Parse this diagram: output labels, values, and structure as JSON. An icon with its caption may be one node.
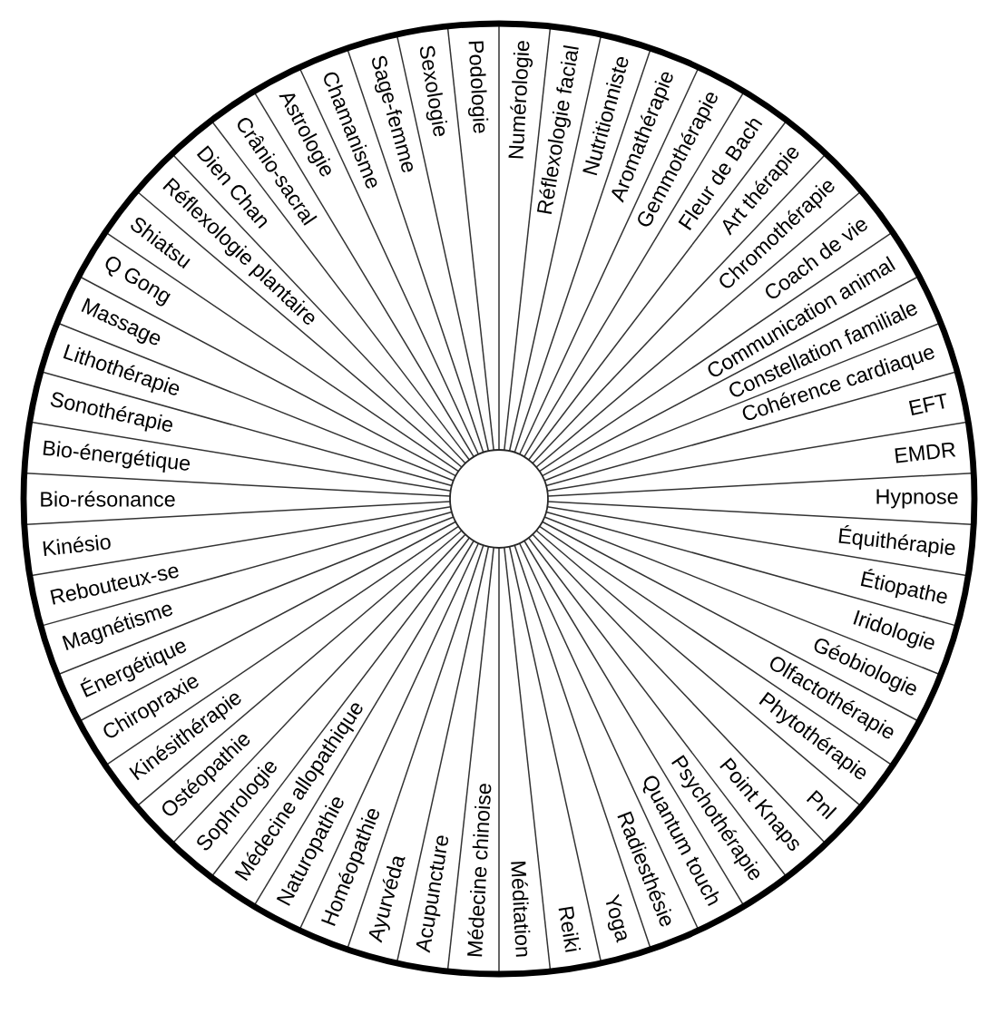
{
  "diagram": {
    "nodes": [
      {
        "text": [
          "Podologie"
        ]
      },
      {
        "text": [
          "Numérologie"
        ]
      },
      {
        "text": [
          "Réflexologie facial"
        ]
      },
      {
        "text": [
          "Nutritionniste"
        ]
      },
      {
        "text": [
          "Aromathérapie"
        ]
      },
      {
        "text": [
          "Gemmothérapie"
        ]
      },
      {
        "text": [
          "Fleur de Bach"
        ]
      },
      {
        "text": [
          "Art thérapie"
        ]
      },
      {
        "text": [
          "Chromothérapie"
        ]
      },
      {
        "text": [
          "Coach de vie"
        ]
      },
      {
        "text": [
          "Communication animal"
        ]
      },
      {
        "text": [
          "Constellation familiale"
        ]
      },
      {
        "text": [
          "Cohérence cardiaque"
        ]
      },
      {
        "text": [
          "EFT"
        ]
      },
      {
        "text": [
          "EMDR"
        ]
      },
      {
        "text": [
          "Hypnose"
        ]
      },
      {
        "text": [
          "Équithérapie"
        ]
      },
      {
        "text": [
          "Étiopathe"
        ]
      },
      {
        "text": [
          "Iridologie"
        ]
      },
      {
        "text": [
          "Géobiologie"
        ]
      },
      {
        "text": [
          "Olfactothérapie"
        ]
      },
      {
        "text": [
          "Phytothérapie"
        ]
      },
      {
        "text": [
          "Pnl"
        ]
      },
      {
        "text": [
          "Point Knaps"
        ]
      },
      {
        "text": [
          "Psychothérapie"
        ]
      },
      {
        "text": [
          "Quantum touch"
        ]
      },
      {
        "text": [
          "Radiesthésie"
        ]
      },
      {
        "text": [
          "Yoga"
        ]
      },
      {
        "text": [
          "Reiki"
        ]
      },
      {
        "text": [
          "Méditation"
        ]
      },
      {
        "text": [
          "Médecine chinoise"
        ]
      },
      {
        "text": [
          "Acupuncture"
        ]
      },
      {
        "text": [
          "Ayurvéda"
        ]
      },
      {
        "text": [
          "Homéopathie"
        ]
      },
      {
        "text": [
          "Naturopathie"
        ]
      },
      {
        "text": [
          "Médecine allopathique"
        ]
      },
      {
        "text": [
          "Sophrologie"
        ]
      },
      {
        "text": [
          "Ostéopathie"
        ]
      },
      {
        "text": [
          "Kinésithérapie"
        ]
      },
      {
        "text": [
          "Chiropraxie"
        ]
      },
      {
        "text": [
          "Énergétique"
        ]
      },
      {
        "text": [
          "Magnétisme"
        ]
      },
      {
        "text": [
          "Rebouteux-se"
        ]
      },
      {
        "text": [
          "Kinésio"
        ]
      },
      {
        "text": [
          "Bio-résonance"
        ]
      },
      {
        "text": [
          "Bio-énergétique"
        ]
      },
      {
        "text": [
          "Sonothérapie"
        ]
      },
      {
        "text": [
          "Lithothérapie"
        ]
      },
      {
        "text": [
          "Massage"
        ]
      },
      {
        "text": [
          "Q Gong"
        ]
      },
      {
        "text": [
          "Shiatsu"
        ]
      },
      {
        "text": [
          "Réflexologie plantaire"
        ]
      },
      {
        "text": [
          "Dien Chan"
        ]
      },
      {
        "text": [
          "Crânio-sacral"
        ]
      },
      {
        "text": [
          "Astrologie"
        ]
      },
      {
        "text": [
          "Chamanisme"
        ]
      },
      {
        "text": [
          "Sage-femme"
        ]
      },
      {
        "text": [
          "Sexologie"
        ]
      }
    ]
  }
}
